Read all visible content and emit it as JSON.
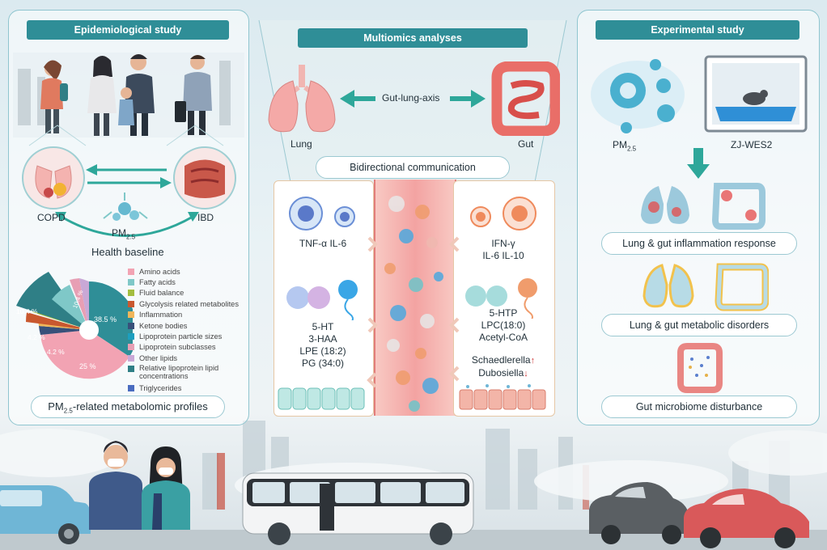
{
  "left": {
    "header": "Epidemiological study",
    "copd": "COPD",
    "ibd": "IBD",
    "pm": "PM",
    "pm_sub": "2.5",
    "health_baseline": "Health baseline",
    "pie_labels": [
      "10.4 %",
      "10.4 %",
      "38.5 %",
      "4.2 %",
      "4.2 %",
      "25 %"
    ],
    "legend": [
      {
        "label": "Amino acids",
        "color": "#f2a3b3"
      },
      {
        "label": "Fatty acids",
        "color": "#7fc8c8"
      },
      {
        "label": "Fluid balance",
        "color": "#a3bd3f"
      },
      {
        "label": "Glycolysis related metabolites",
        "color": "#c9582f"
      },
      {
        "label": "Inflammation",
        "color": "#f0b65a"
      },
      {
        "label": "Ketone bodies",
        "color": "#38507a"
      },
      {
        "label": "Lipoprotein particle sizes",
        "color": "#1c9fbf"
      },
      {
        "label": "Lipoprotein subclasses",
        "color": "#e79fb4"
      },
      {
        "label": "Other lipids",
        "color": "#c9a8d6"
      },
      {
        "label": "Relative lipoprotein lipid concentrations",
        "color": "#2f7f86"
      },
      {
        "label": "Triglycerides",
        "color": "#4a6cc0"
      }
    ],
    "profile_pm": "PM",
    "profile_sub": "2.5",
    "profile_rest": "-related metabolomic profiles"
  },
  "middle": {
    "header": "Multiomics analyses",
    "lung": "Lung",
    "gut": "Gut",
    "axis": "Gut-lung-axis",
    "bidirectional": "Bidirectional communication",
    "left_card_top": "TNF-α  IL-6",
    "left_card_bottom": [
      "5-HT",
      "3-HAA",
      "LPE (18:2)",
      "PG (34:0)"
    ],
    "right_card_top": [
      "IFN-γ",
      "IL-6  IL-10"
    ],
    "right_card_mid": [
      "5-HTP",
      "LPC(18:0)",
      "Acetyl-CoA"
    ],
    "right_card_bac1": "Schaedlerella",
    "right_card_bac2": "Dubosiella"
  },
  "right": {
    "header": "Experimental study",
    "pm": "PM",
    "pm_sub": "2.5",
    "strain": "ZJ-WES2",
    "r1": "Lung & gut inflammation response",
    "r2": "Lung & gut metabolic disorders",
    "r3": "Gut microbiome disturbance"
  },
  "colors": {
    "teal": "#2f8e97",
    "arrow": "#2ea79a",
    "salmon": "#f2a7a4"
  }
}
